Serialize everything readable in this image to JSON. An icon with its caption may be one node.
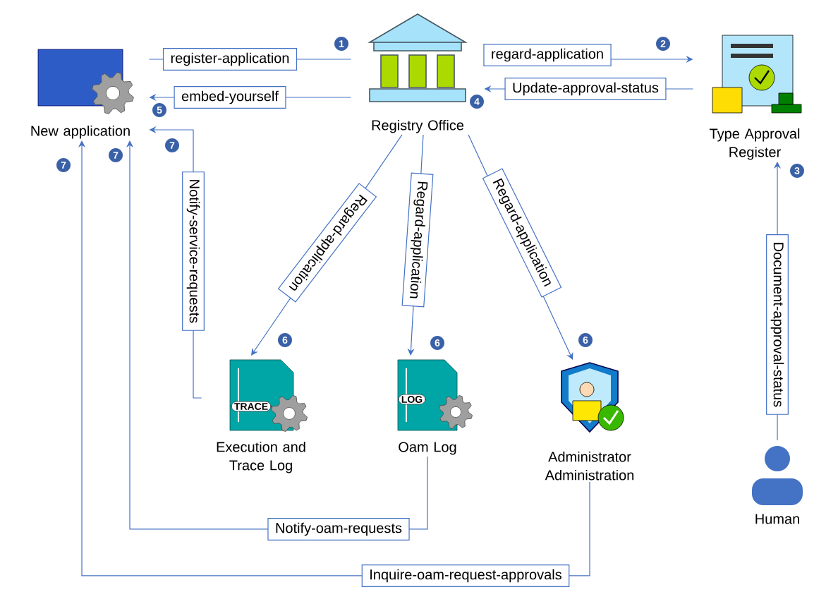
{
  "diagram": {
    "nodes": [
      {
        "text": [
          "New application"
        ]
      },
      {
        "text": [
          "Registry Office"
        ]
      },
      {
        "text": [
          "Type Approval Register"
        ]
      },
      {
        "text": [
          "Execution and Trace Log"
        ]
      },
      {
        "text": [
          "Oam Log"
        ]
      },
      {
        "text": [
          "Administrator Administration"
        ]
      },
      {
        "text": [
          "Human"
        ]
      }
    ],
    "edges": [
      {
        "from": 0,
        "to": 1,
        "arrow": "none",
        "label": "register-application"
      },
      {
        "from": 1,
        "to": 0,
        "arrow": "to",
        "label": "embed-yourself"
      },
      {
        "from": 1,
        "to": 2,
        "arrow": "to",
        "label": "regard-application"
      },
      {
        "from": 2,
        "to": 1,
        "arrow": "to",
        "label": "Update-approval-status"
      },
      {
        "from": 6,
        "to": 2,
        "arrow": "to",
        "label": "Document-approval-status"
      },
      {
        "from": 1,
        "to": 3,
        "arrow": "to",
        "label": "Regard-application"
      },
      {
        "from": 1,
        "to": 4,
        "arrow": "to",
        "label": "Regard-application"
      },
      {
        "from": 1,
        "to": 5,
        "arrow": "to",
        "label": "Regard-application"
      },
      {
        "from": 3,
        "to": 0,
        "arrow": "to",
        "label": "Notify-service-requests"
      },
      {
        "from": 4,
        "to": 0,
        "arrow": "to",
        "label": "Notify-oam-requests"
      },
      {
        "from": 5,
        "to": 0,
        "arrow": "to",
        "label": "Inquire-oam-request-approvals"
      }
    ],
    "labels": [
      "1",
      "2",
      "5",
      "4",
      "7",
      "7",
      "7",
      "3",
      "6",
      "6",
      "6",
      "TRACE",
      "LOG"
    ]
  }
}
